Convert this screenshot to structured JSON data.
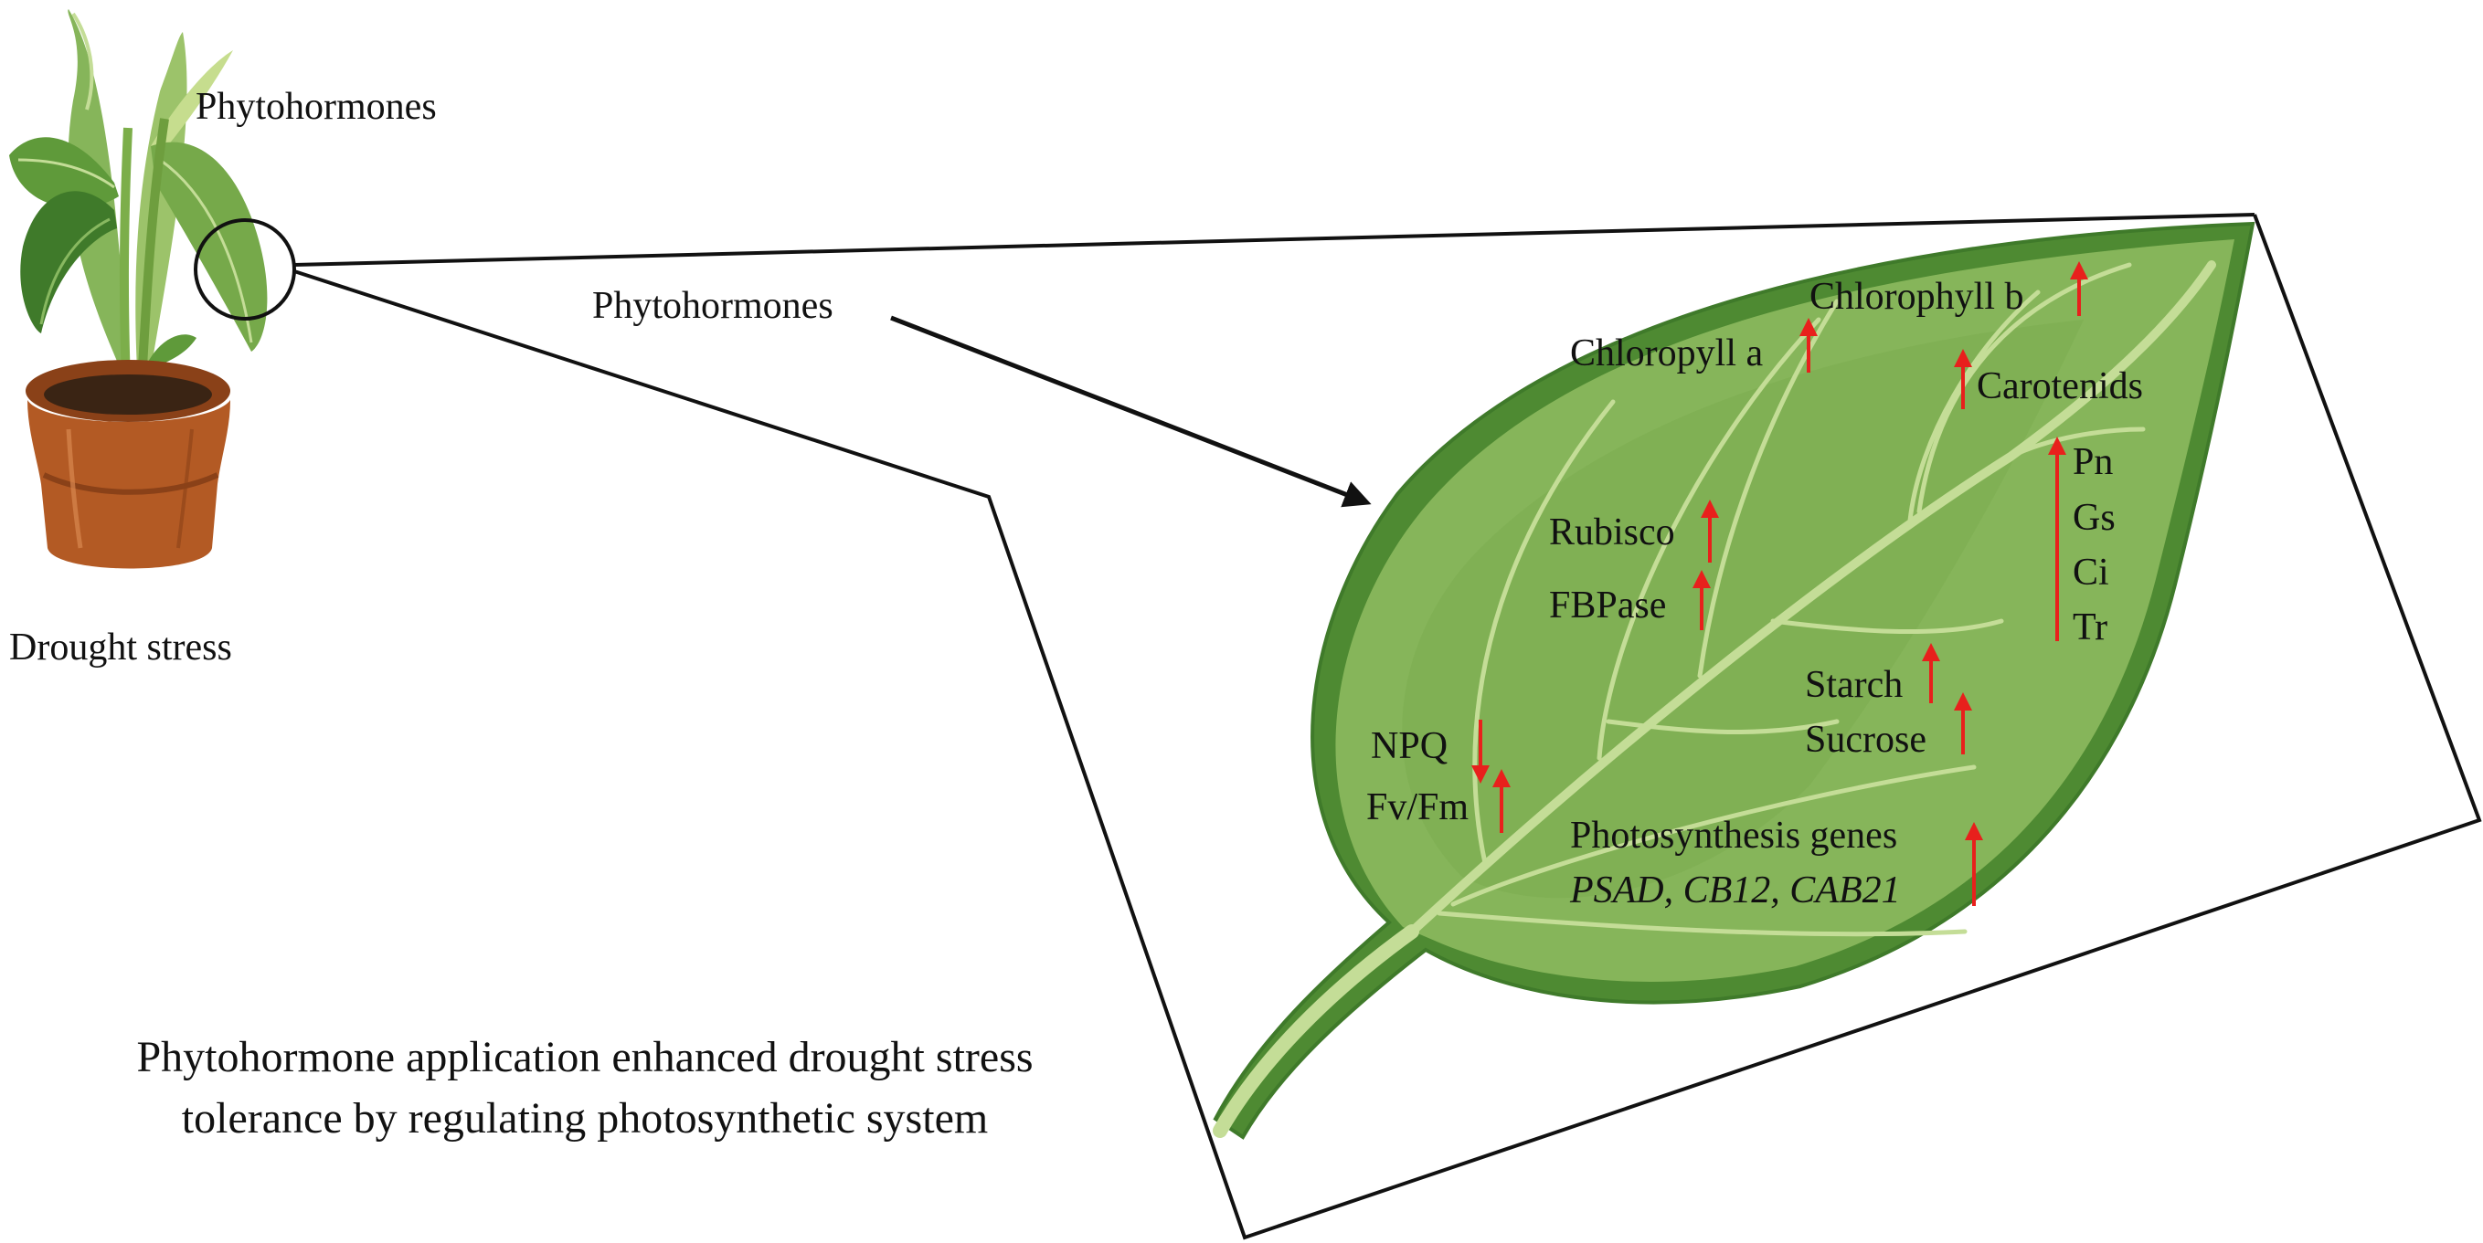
{
  "plant": {
    "label_top": "Phytohormones",
    "label_bottom": "Drought stress"
  },
  "arrow_label": "Phytohormones",
  "caption": {
    "line1": "Phytohormone application enhanced drought stress",
    "line2": "tolerance by regulating photosynthetic system"
  },
  "leaf_labels": {
    "chlorophyll_b": "Chlorophyll b",
    "chlorophyll_a": "Chloropyll a",
    "carotenoids": "Carotenids",
    "rubisco": "Rubisco",
    "fbpase": "FBPase",
    "pn": "Pn",
    "gs": "Gs",
    "ci": "Ci",
    "tr": "Tr",
    "starch": "Starch",
    "sucrose": "Sucrose",
    "npq": "NPQ",
    "fvfm": "Fv/Fm",
    "genes_title": "Photosynthesis genes",
    "genes_list": "PSAD, CB12, CAB21"
  },
  "colors": {
    "leaf_dark": "#4e8a32",
    "leaf_main": "#86b55a",
    "leaf_vein": "#c4dd97",
    "arrow_red": "#e8201c",
    "pot": "#b35a24"
  }
}
